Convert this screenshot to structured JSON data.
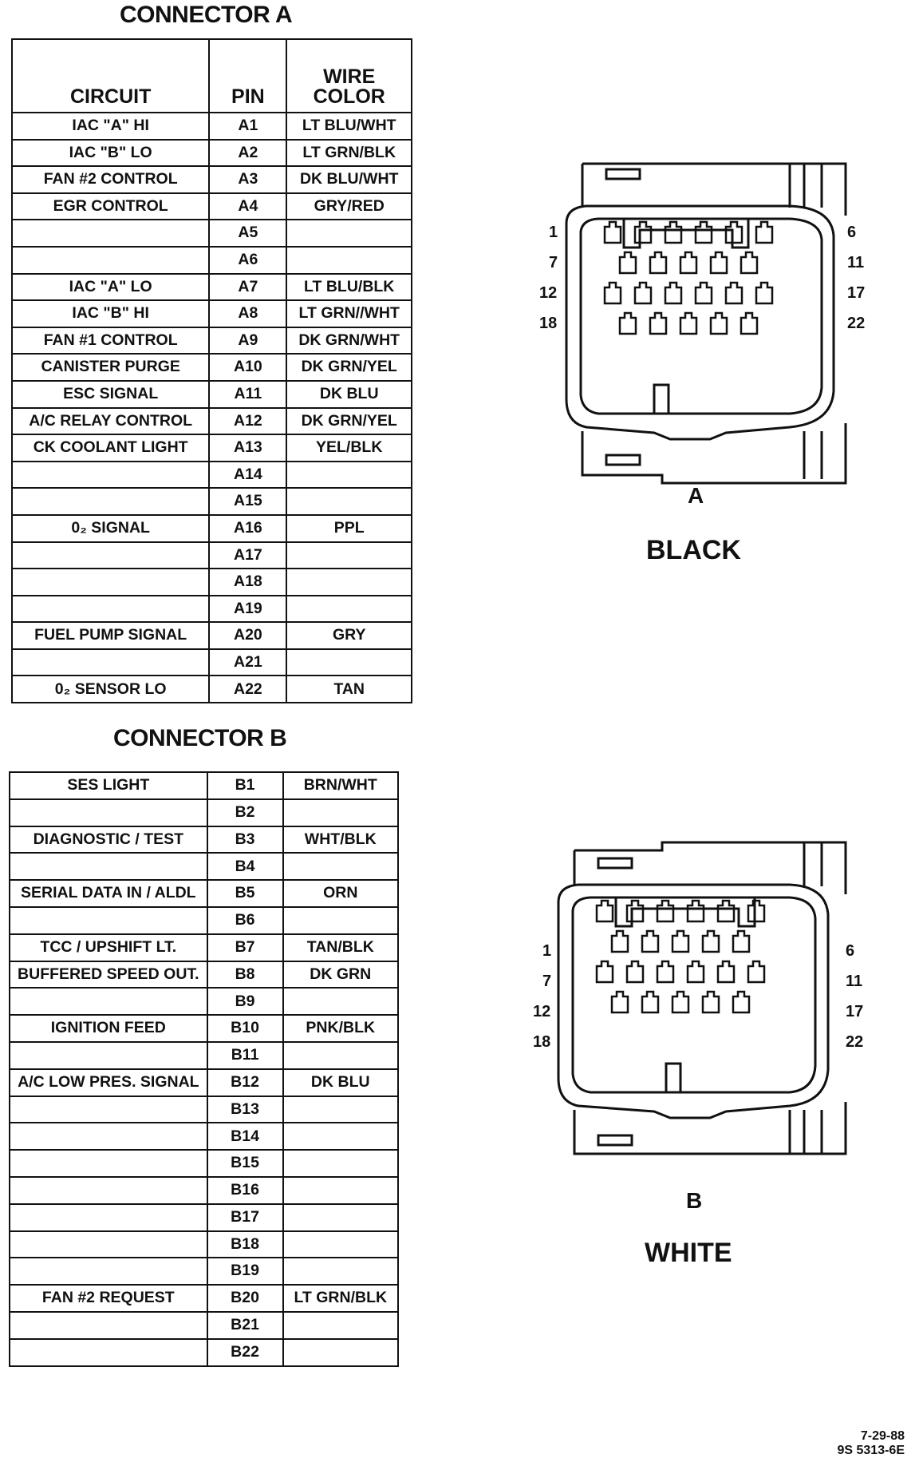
{
  "connector_a": {
    "title": "CONNECTOR A",
    "headers": {
      "circuit": "CIRCUIT",
      "pin": "PIN",
      "wire_line1": "WIRE",
      "wire_line2": "COLOR"
    },
    "rows": [
      {
        "circuit": "IAC \"A\" HI",
        "pin": "A1",
        "wire": "LT BLU/WHT"
      },
      {
        "circuit": "IAC \"B\" LO",
        "pin": "A2",
        "wire": "LT GRN/BLK"
      },
      {
        "circuit": "FAN #2 CONTROL",
        "pin": "A3",
        "wire": "DK BLU/WHT"
      },
      {
        "circuit": "EGR CONTROL",
        "pin": "A4",
        "wire": "GRY/RED"
      },
      {
        "circuit": "",
        "pin": "A5",
        "wire": ""
      },
      {
        "circuit": "",
        "pin": "A6",
        "wire": ""
      },
      {
        "circuit": "IAC \"A\" LO",
        "pin": "A7",
        "wire": "LT BLU/BLK"
      },
      {
        "circuit": "IAC \"B\" HI",
        "pin": "A8",
        "wire": "LT GRN//WHT"
      },
      {
        "circuit": "FAN #1 CONTROL",
        "pin": "A9",
        "wire": "DK GRN/WHT"
      },
      {
        "circuit": "CANISTER PURGE",
        "pin": "A10",
        "wire": "DK GRN/YEL"
      },
      {
        "circuit": "ESC SIGNAL",
        "pin": "A11",
        "wire": "DK BLU"
      },
      {
        "circuit": "A/C RELAY CONTROL",
        "pin": "A12",
        "wire": "DK GRN/YEL"
      },
      {
        "circuit": "CK COOLANT LIGHT",
        "pin": "A13",
        "wire": "YEL/BLK"
      },
      {
        "circuit": "",
        "pin": "A14",
        "wire": ""
      },
      {
        "circuit": "",
        "pin": "A15",
        "wire": ""
      },
      {
        "circuit": "0₂ SIGNAL",
        "pin": "A16",
        "wire": "PPL"
      },
      {
        "circuit": "",
        "pin": "A17",
        "wire": ""
      },
      {
        "circuit": "",
        "pin": "A18",
        "wire": ""
      },
      {
        "circuit": "",
        "pin": "A19",
        "wire": ""
      },
      {
        "circuit": "FUEL PUMP SIGNAL",
        "pin": "A20",
        "wire": "GRY"
      },
      {
        "circuit": "",
        "pin": "A21",
        "wire": ""
      },
      {
        "circuit": "0₂ SENSOR LO",
        "pin": "A22",
        "wire": "TAN"
      }
    ],
    "diagram": {
      "letter": "A",
      "color_label": "BLACK",
      "pin_labels": {
        "r1l": "1",
        "r1r": "6",
        "r2l": "7",
        "r2r": "11",
        "r3l": "12",
        "r3r": "17",
        "r4l": "18",
        "r4r": "22"
      }
    }
  },
  "connector_b": {
    "title": "CONNECTOR B",
    "rows": [
      {
        "circuit": "SES LIGHT",
        "pin": "B1",
        "wire": "BRN/WHT"
      },
      {
        "circuit": "",
        "pin": "B2",
        "wire": ""
      },
      {
        "circuit": "DIAGNOSTIC / TEST",
        "pin": "B3",
        "wire": "WHT/BLK"
      },
      {
        "circuit": "",
        "pin": "B4",
        "wire": ""
      },
      {
        "circuit": "SERIAL DATA IN / ALDL",
        "pin": "B5",
        "wire": "ORN"
      },
      {
        "circuit": "",
        "pin": "B6",
        "wire": ""
      },
      {
        "circuit": "TCC / UPSHIFT LT.",
        "pin": "B7",
        "wire": "TAN/BLK"
      },
      {
        "circuit": "BUFFERED SPEED OUT.",
        "pin": "B8",
        "wire": "DK GRN"
      },
      {
        "circuit": "",
        "pin": "B9",
        "wire": ""
      },
      {
        "circuit": "IGNITION FEED",
        "pin": "B10",
        "wire": "PNK/BLK"
      },
      {
        "circuit": "",
        "pin": "B11",
        "wire": ""
      },
      {
        "circuit": "A/C LOW PRES. SIGNAL",
        "pin": "B12",
        "wire": "DK BLU"
      },
      {
        "circuit": "",
        "pin": "B13",
        "wire": ""
      },
      {
        "circuit": "",
        "pin": "B14",
        "wire": ""
      },
      {
        "circuit": "",
        "pin": "B15",
        "wire": ""
      },
      {
        "circuit": "",
        "pin": "B16",
        "wire": ""
      },
      {
        "circuit": "",
        "pin": "B17",
        "wire": ""
      },
      {
        "circuit": "",
        "pin": "B18",
        "wire": ""
      },
      {
        "circuit": "",
        "pin": "B19",
        "wire": ""
      },
      {
        "circuit": "FAN #2 REQUEST",
        "pin": "B20",
        "wire": "LT GRN/BLK"
      },
      {
        "circuit": "",
        "pin": "B21",
        "wire": ""
      },
      {
        "circuit": "",
        "pin": "B22",
        "wire": ""
      }
    ],
    "diagram": {
      "letter": "B",
      "color_label": "WHITE",
      "pin_labels": {
        "r1l": "1",
        "r1r": "6",
        "r2l": "7",
        "r2r": "11",
        "r3l": "12",
        "r3r": "17",
        "r4l": "18",
        "r4r": "22"
      }
    }
  },
  "footer": {
    "date": "7-29-88",
    "code": "9S 5313-6E"
  }
}
